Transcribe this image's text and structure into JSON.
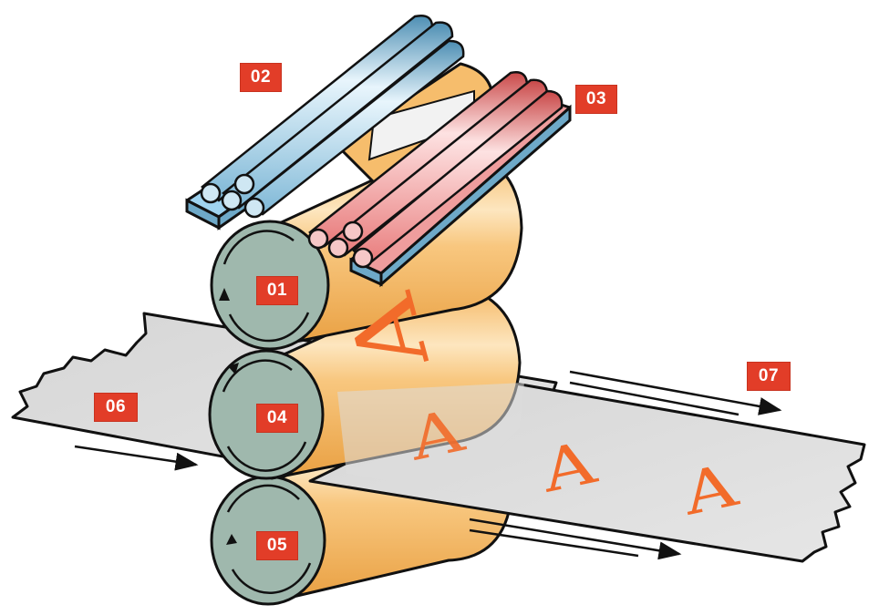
{
  "labels": {
    "plate_cylinder": "01",
    "ink_rollers": "02",
    "dampening_rollers": "03",
    "blanket_cylinder": "04",
    "impression_cylinder": "05",
    "paper_in": "06",
    "paper_out": "07"
  },
  "printed_letter": "A",
  "colors": {
    "cylinder": "#f6b85f",
    "cylinder_face": "#9fb8ad",
    "paper": "#dcdcdc",
    "ink_roller": "#8fc6e2",
    "water_roller": "#ec7f7f",
    "letter": "#f26b2a",
    "label_bg": "#e23d28",
    "label_text": "#ffffff"
  }
}
